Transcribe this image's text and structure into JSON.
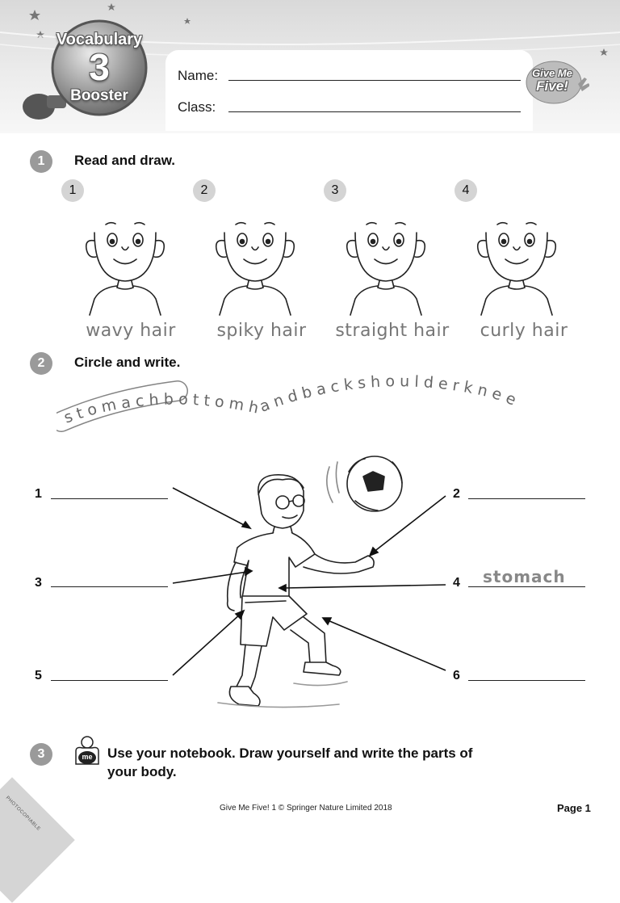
{
  "header": {
    "badge": {
      "title": "Vocabulary",
      "number": "3",
      "subtitle": "Booster"
    },
    "name_label": "Name:",
    "class_label": "Class:",
    "logo": {
      "line1": "Give Me",
      "line2": "Five!"
    }
  },
  "activity1": {
    "number": "1",
    "instruction": "Read and draw.",
    "items": [
      {
        "number": "1",
        "label": "wavy hair"
      },
      {
        "number": "2",
        "label": "spiky hair"
      },
      {
        "number": "3",
        "label": "straight hair"
      },
      {
        "number": "4",
        "label": "curly hair"
      }
    ]
  },
  "activity2": {
    "number": "2",
    "instruction": "Circle and write.",
    "word_snake": "stomachbottomhandbackshoulderknee",
    "circled_word": "stomach",
    "blanks": [
      {
        "number": "1",
        "answer": ""
      },
      {
        "number": "2",
        "answer": ""
      },
      {
        "number": "3",
        "answer": ""
      },
      {
        "number": "4",
        "answer": "stomach"
      },
      {
        "number": "5",
        "answer": ""
      },
      {
        "number": "6",
        "answer": ""
      }
    ]
  },
  "activity3": {
    "number": "3",
    "icon_label": "me",
    "line1": "Use your notebook. Draw yourself and write the parts of",
    "line2": "your body."
  },
  "footer": {
    "copyright": "Give Me Five! 1 © Springer Nature Limited 2018",
    "page": "Page 1",
    "corner": "PHOTOCOPIABLE"
  }
}
